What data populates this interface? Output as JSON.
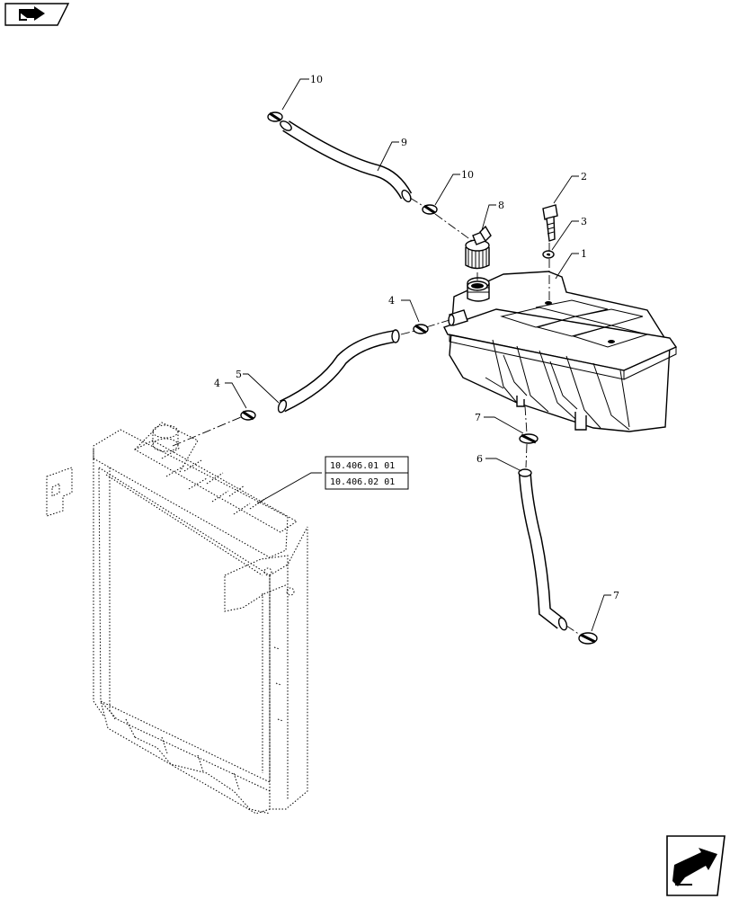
{
  "callouts": {
    "c1": "1",
    "c2": "2",
    "c3": "3",
    "c4a": "4",
    "c4b": "4",
    "c5": "5",
    "c6": "6",
    "c7a": "7",
    "c7b": "7",
    "c8": "8",
    "c9": "9",
    "c10a": "10",
    "c10b": "10"
  },
  "references": {
    "ref1": "10.406.01 01",
    "ref2": "10.406.02 01"
  },
  "icons": {
    "top_left": "previous-page-icon",
    "bottom_right": "next-page-icon"
  }
}
